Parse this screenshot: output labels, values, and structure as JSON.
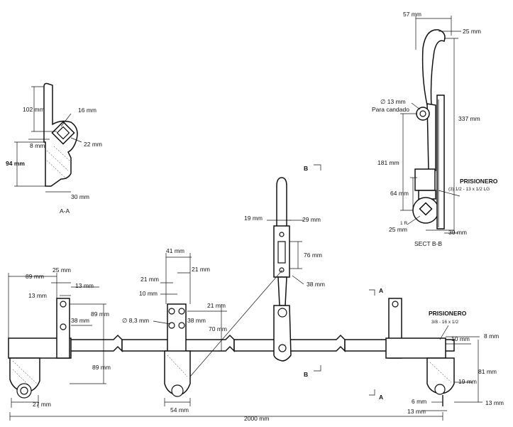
{
  "views": {
    "section_aa": {
      "title": "A-A",
      "dims": {
        "d102": "102 mm",
        "d16": "16 mm",
        "d8": "8 mm",
        "d22": "22 mm",
        "d94": "94 mm",
        "d30": "30 mm"
      }
    },
    "section_bb": {
      "title": "SECT B-B",
      "dims": {
        "d57": "57 mm",
        "d25top": "25 mm",
        "d13": "∅ 13 mm",
        "padlock": "Para candado",
        "d337": "337 mm",
        "d181": "181 mm",
        "d64": "64 mm",
        "r": "1 R",
        "d25": "25 mm",
        "d30": "30 mm"
      },
      "stud_title": "PRISIONERO",
      "stud_spec": "(3) 1/2 - 13 x 1/2 LG"
    },
    "main": {
      "dims": {
        "d89a": "89 mm",
        "d25": "25 mm",
        "d13a": "13 mm",
        "d13b": "13 mm",
        "d38a": "38 mm",
        "d89b": "89 mm",
        "d89c": "89 mm",
        "d27": "27 mm",
        "d41": "41 mm",
        "d21a": "21 mm",
        "d21b": "21 mm",
        "d10": "10 mm",
        "d21c": "21 mm",
        "d83": "∅ 8,3 mm",
        "d38b": "38 mm",
        "d70": "70 mm",
        "d54": "54 mm",
        "d19": "19 mm",
        "d29": "29 mm",
        "d76": "76 mm",
        "d38c": "38 mm",
        "d10b": "10 mm",
        "d8": "8 mm",
        "d81": "81 mm",
        "d19b": "19 mm",
        "d6": "6 mm",
        "d13c": "13 mm",
        "d13d": "13 mm",
        "d2000": "2000 mm"
      },
      "stud_title": "PRISIONERO",
      "stud_spec": "3/8 - 16 x 1/2",
      "markers": {
        "b": "B",
        "a": "A"
      }
    }
  }
}
